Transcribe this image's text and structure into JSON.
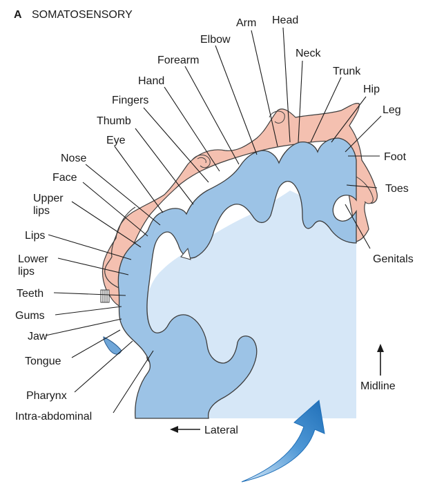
{
  "panel_letter": "A",
  "title": "SOMATOSENSORY",
  "labels": [
    {
      "key": "arm",
      "text": "Arm"
    },
    {
      "key": "head",
      "text": "Head"
    },
    {
      "key": "elbow",
      "text": "Elbow"
    },
    {
      "key": "neck",
      "text": "Neck"
    },
    {
      "key": "forearm",
      "text": "Forearm"
    },
    {
      "key": "trunk",
      "text": "Trunk"
    },
    {
      "key": "hand",
      "text": "Hand"
    },
    {
      "key": "hip",
      "text": "Hip"
    },
    {
      "key": "fingers",
      "text": "Fingers"
    },
    {
      "key": "leg",
      "text": "Leg"
    },
    {
      "key": "thumb",
      "text": "Thumb"
    },
    {
      "key": "eye",
      "text": "Eye"
    },
    {
      "key": "foot",
      "text": "Foot"
    },
    {
      "key": "nose",
      "text": "Nose"
    },
    {
      "key": "face",
      "text": "Face"
    },
    {
      "key": "toes",
      "text": "Toes"
    },
    {
      "key": "upper_lips",
      "text": "Upper\nlips"
    },
    {
      "key": "lips",
      "text": "Lips"
    },
    {
      "key": "genitals",
      "text": "Genitals"
    },
    {
      "key": "lower_lips",
      "text": "Lower\nlips"
    },
    {
      "key": "teeth",
      "text": "Teeth"
    },
    {
      "key": "gums",
      "text": "Gums"
    },
    {
      "key": "jaw",
      "text": "Jaw"
    },
    {
      "key": "tongue",
      "text": "Tongue"
    },
    {
      "key": "pharynx",
      "text": "Pharynx"
    },
    {
      "key": "intra_abdominal",
      "text": "Intra-abdominal"
    }
  ],
  "axis": {
    "lateral": "Lateral",
    "midline": "Midline"
  },
  "colors": {
    "cortex": "#9cc3e6",
    "white_matter": "#d6e7f7",
    "homunculus": "#f4c0b0",
    "outline": "#3d3d3d",
    "sweep_arrow": "#1f6fb8"
  }
}
